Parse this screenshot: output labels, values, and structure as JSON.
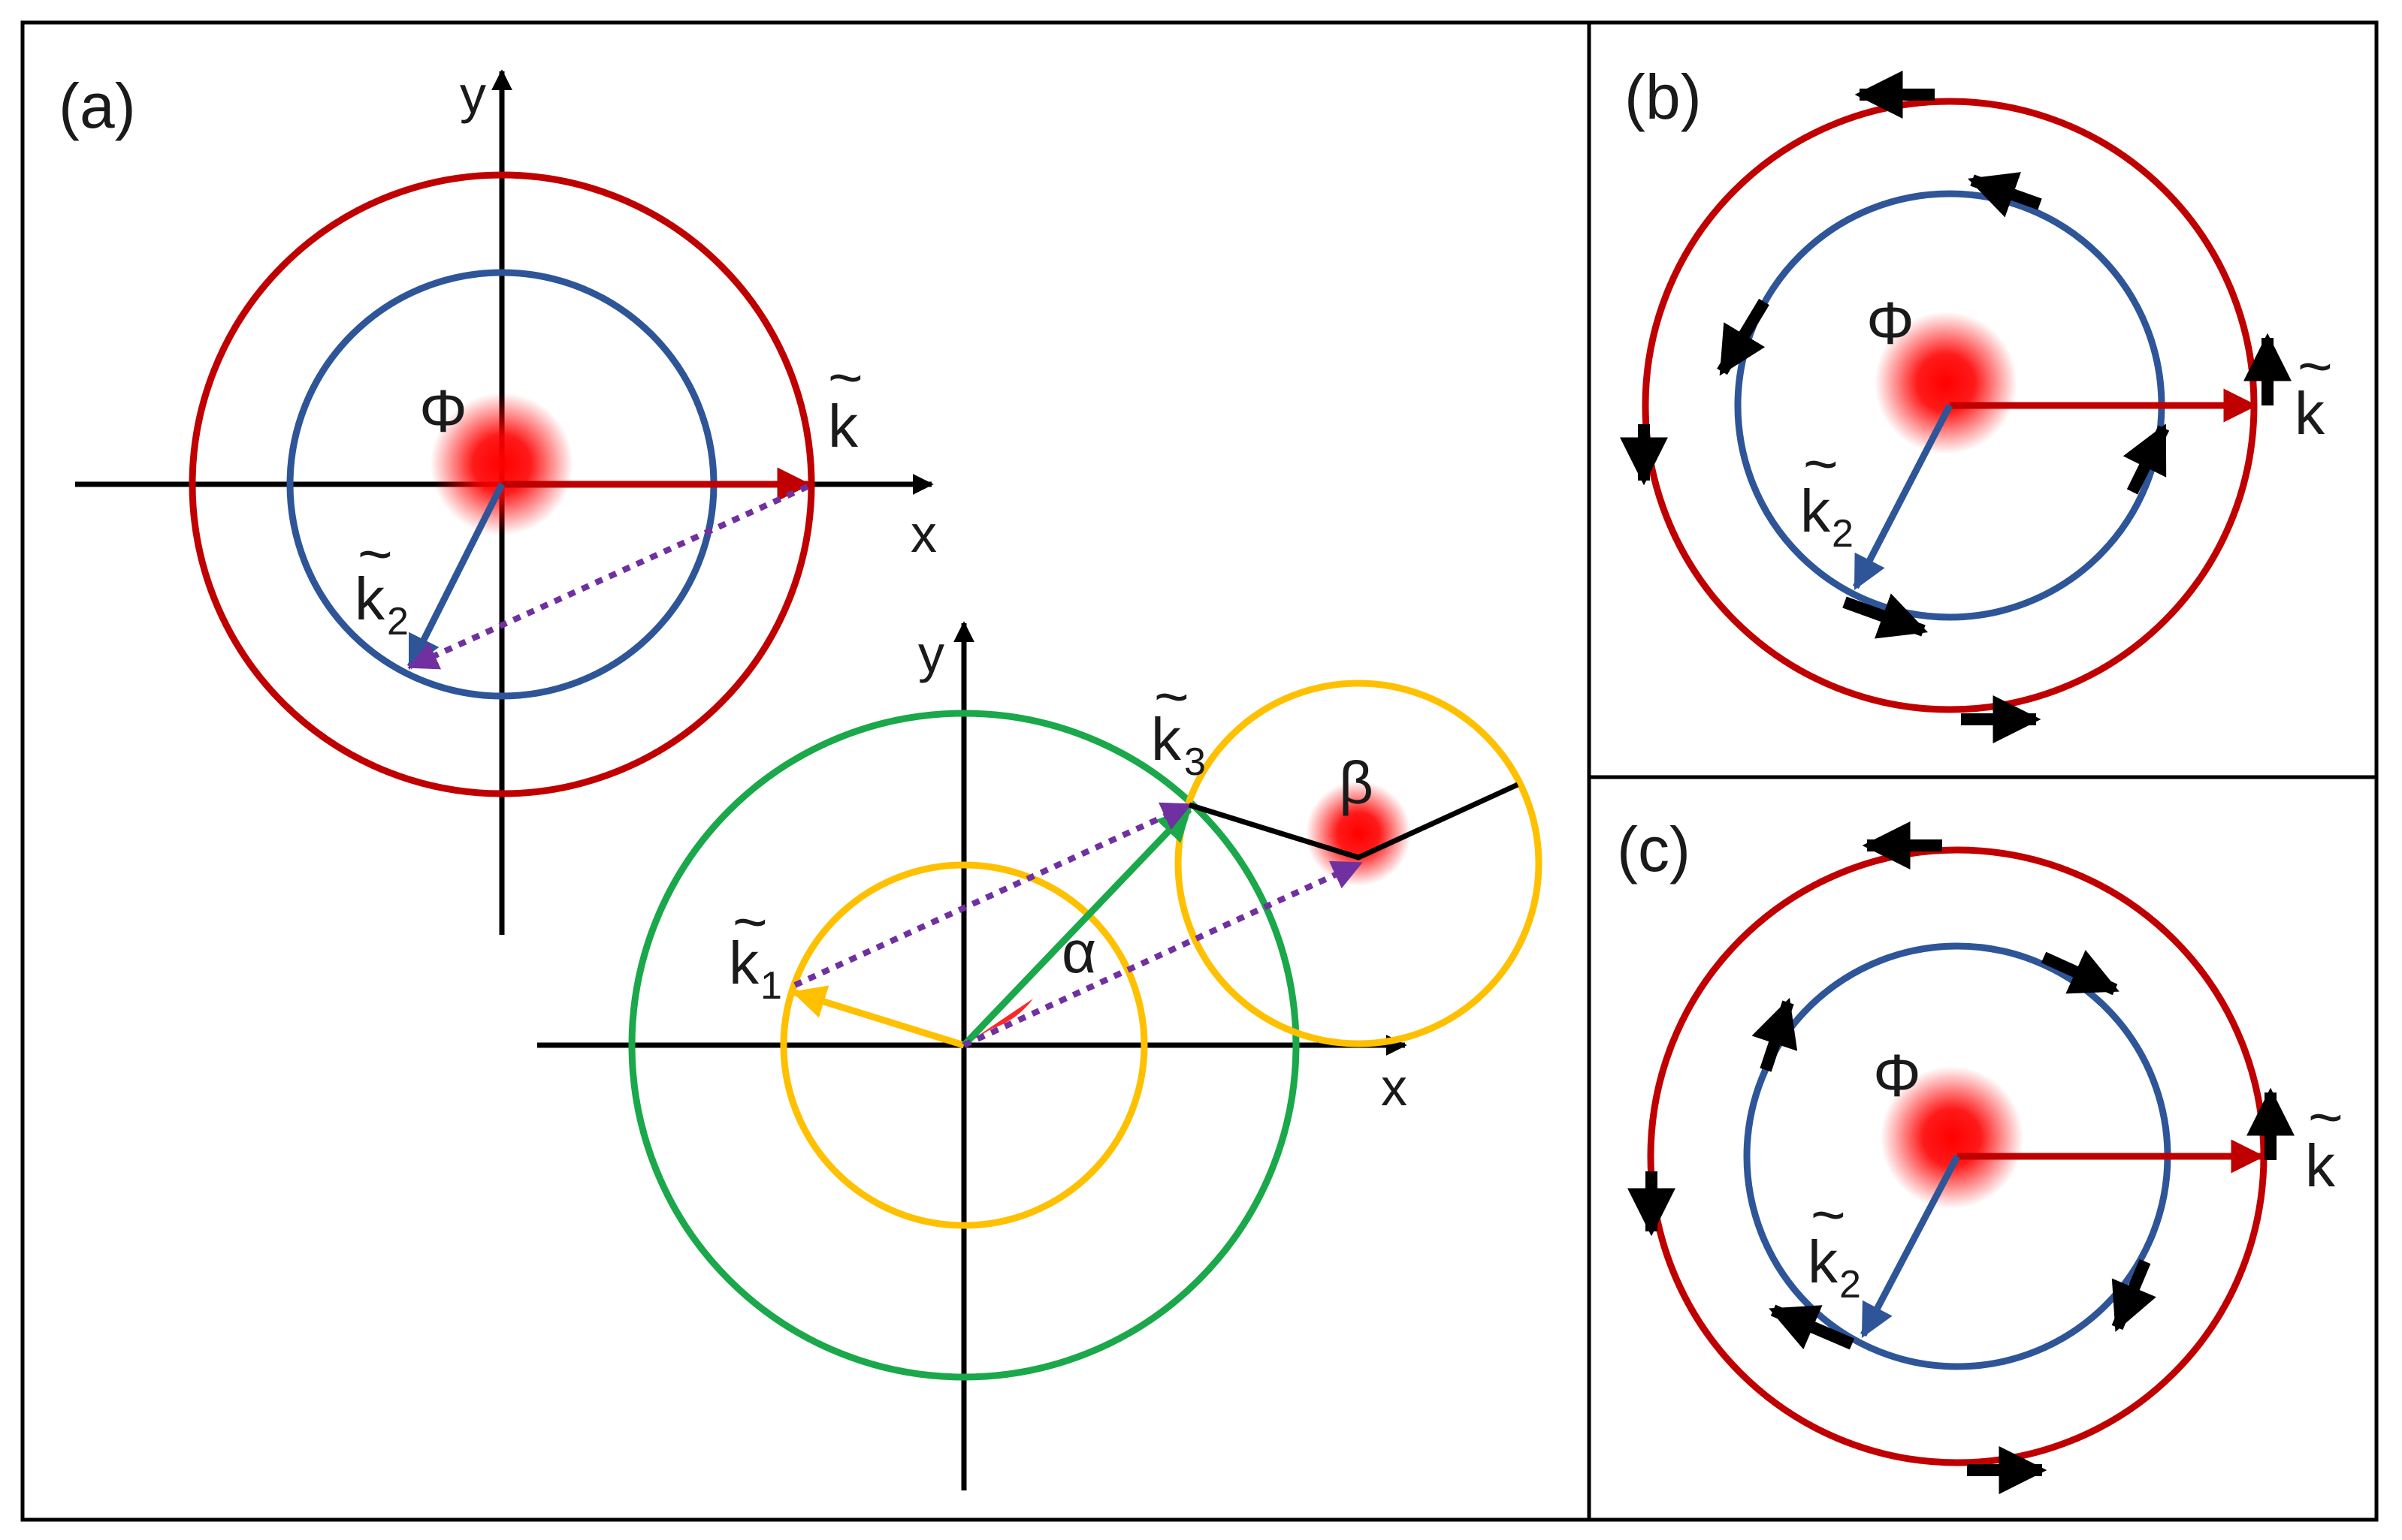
{
  "panels": {
    "a": {
      "label": "(a)",
      "x_axis": "x",
      "y_axis": "y",
      "phi": "Φ",
      "k": "k",
      "k2": "k",
      "k2_sub": "2",
      "k1": "k",
      "k1_sub": "1",
      "k3": "k",
      "k3_sub": "3",
      "alpha": "α",
      "beta": "β",
      "tilde": "~",
      "x_axis_lower": "x",
      "y_axis_lower": "y"
    },
    "b": {
      "label": "(b)",
      "phi": "Φ",
      "k": "k",
      "k2": "k",
      "k2_sub": "2",
      "tilde": "~"
    },
    "c": {
      "label": "(c)",
      "phi": "Φ",
      "k": "k",
      "k2": "k",
      "k2_sub": "2",
      "tilde": "~"
    }
  },
  "colors": {
    "red_circle": "#c00000",
    "blue_circle": "#2e5597",
    "green_circle": "#1aa84a",
    "yellow_circle": "#ffc000",
    "purple_dotted": "#7030a0",
    "phi_glow": "#ff0000",
    "axis": "#000000"
  }
}
